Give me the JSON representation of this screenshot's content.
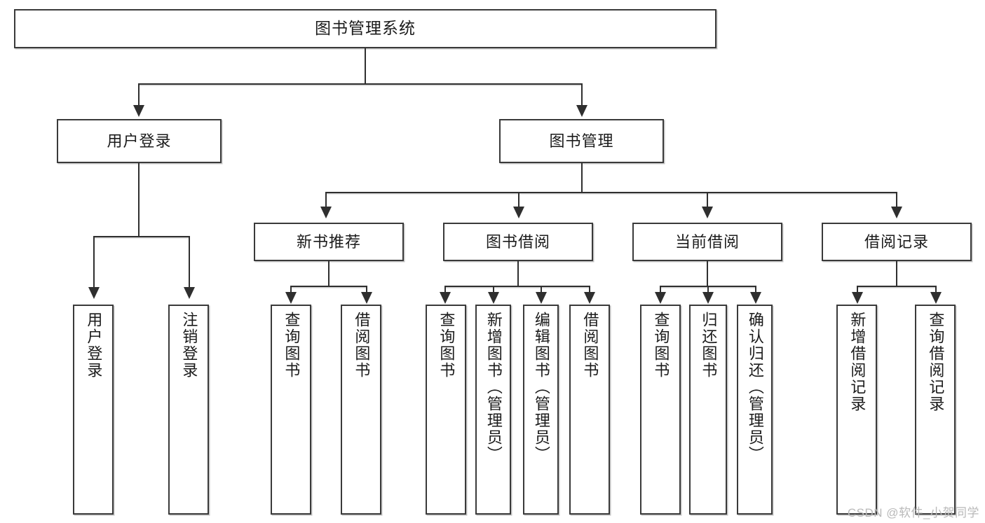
{
  "diagram": {
    "title": "图书管理系统",
    "watermark": "CSDN @软件_小贺同学",
    "levels": {
      "level0": {
        "label": "图书管理系统"
      },
      "level1": [
        {
          "label": "用户登录"
        },
        {
          "label": "图书管理"
        }
      ],
      "level2": [
        {
          "label": "新书推荐"
        },
        {
          "label": "图书借阅"
        },
        {
          "label": "当前借阅"
        },
        {
          "label": "借阅记录"
        }
      ],
      "leaves": {
        "user_login": [
          {
            "label": "用户登录"
          },
          {
            "label": "注销登录"
          }
        ],
        "new_book_recommend": [
          {
            "label": "查询图书"
          },
          {
            "label": "借阅图书"
          }
        ],
        "book_borrow": [
          {
            "label": "查询图书"
          },
          {
            "label": "新增图书（管理员）"
          },
          {
            "label": "编辑图书（管理员）"
          },
          {
            "label": "借阅图书"
          }
        ],
        "current_borrow": [
          {
            "label": "查询图书"
          },
          {
            "label": "归还图书"
          },
          {
            "label": "确认归还（管理员）"
          }
        ],
        "borrow_records": [
          {
            "label": "新增借阅记录"
          },
          {
            "label": "查询借阅记录"
          }
        ]
      }
    },
    "colors": {
      "stroke": "#3a3a3a",
      "connector": "#2f2f2f",
      "background": "#ffffff",
      "text": "#1b1b1b",
      "watermark": "#b9b9b9"
    }
  }
}
